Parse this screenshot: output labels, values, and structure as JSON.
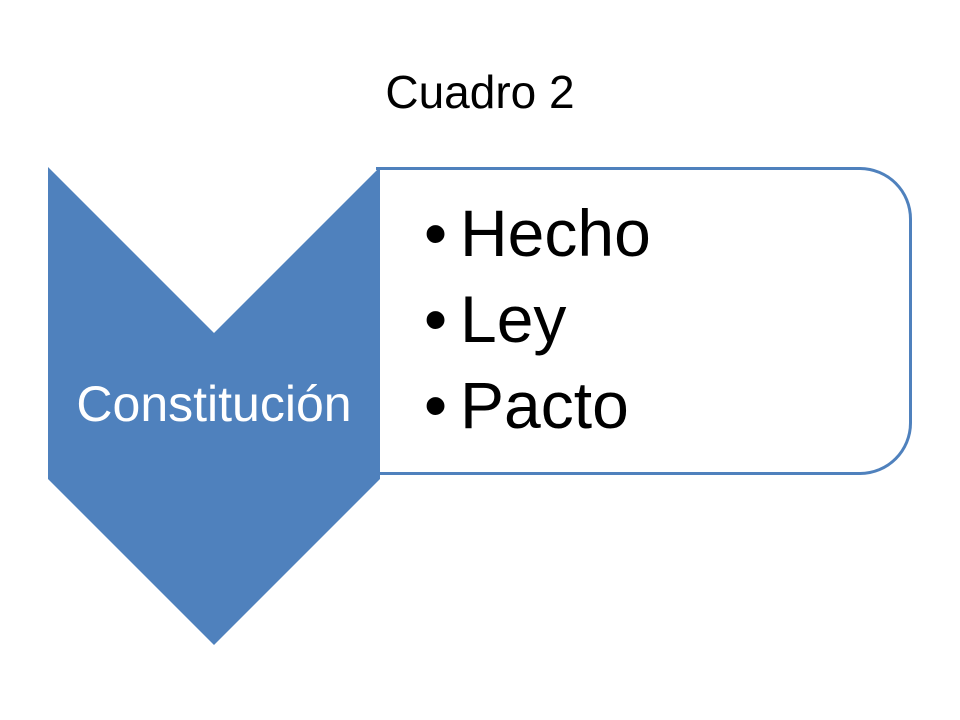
{
  "slide": {
    "title": "Cuadro 2"
  },
  "diagram": {
    "chevron_label": "Constitución",
    "chevron_color": "#4f81bd",
    "box_border_color": "#4f81bd",
    "bullet_glyph": "•",
    "items": [
      {
        "label": "Hecho"
      },
      {
        "label": "Ley"
      },
      {
        "label": "Pacto"
      }
    ]
  }
}
